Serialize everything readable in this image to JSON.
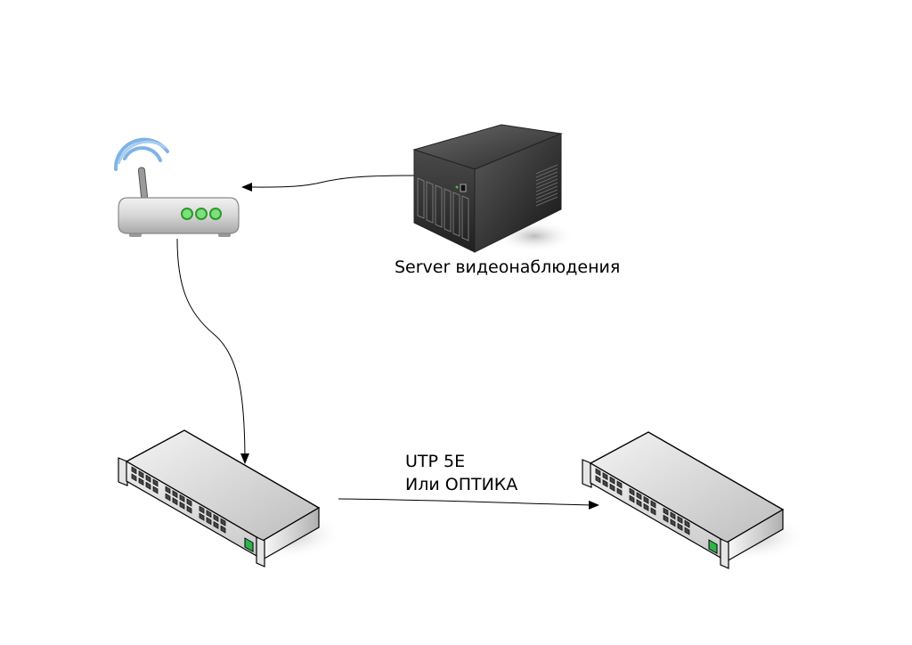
{
  "nodes": {
    "router": {
      "icon": "wifi-router-icon"
    },
    "server": {
      "icon": "server-tower-icon",
      "label": "Server видеонаблюдения"
    },
    "switch_left": {
      "icon": "network-switch-icon"
    },
    "switch_right": {
      "icon": "network-switch-icon"
    }
  },
  "links": {
    "server_to_router": {
      "from": "server",
      "to": "router"
    },
    "router_to_switch": {
      "from": "router",
      "to": "switch_left"
    },
    "switch_to_switch": {
      "from": "switch_left",
      "to": "switch_right",
      "label_line1": "UTP 5E",
      "label_line2": "Или ОПТИКА"
    }
  },
  "colors": {
    "led_green": "#3fbf3f",
    "wifi_blue": "#5b9bd5",
    "server_dark": "#3a3a3a",
    "switch_gray": "#d0d0d0"
  }
}
